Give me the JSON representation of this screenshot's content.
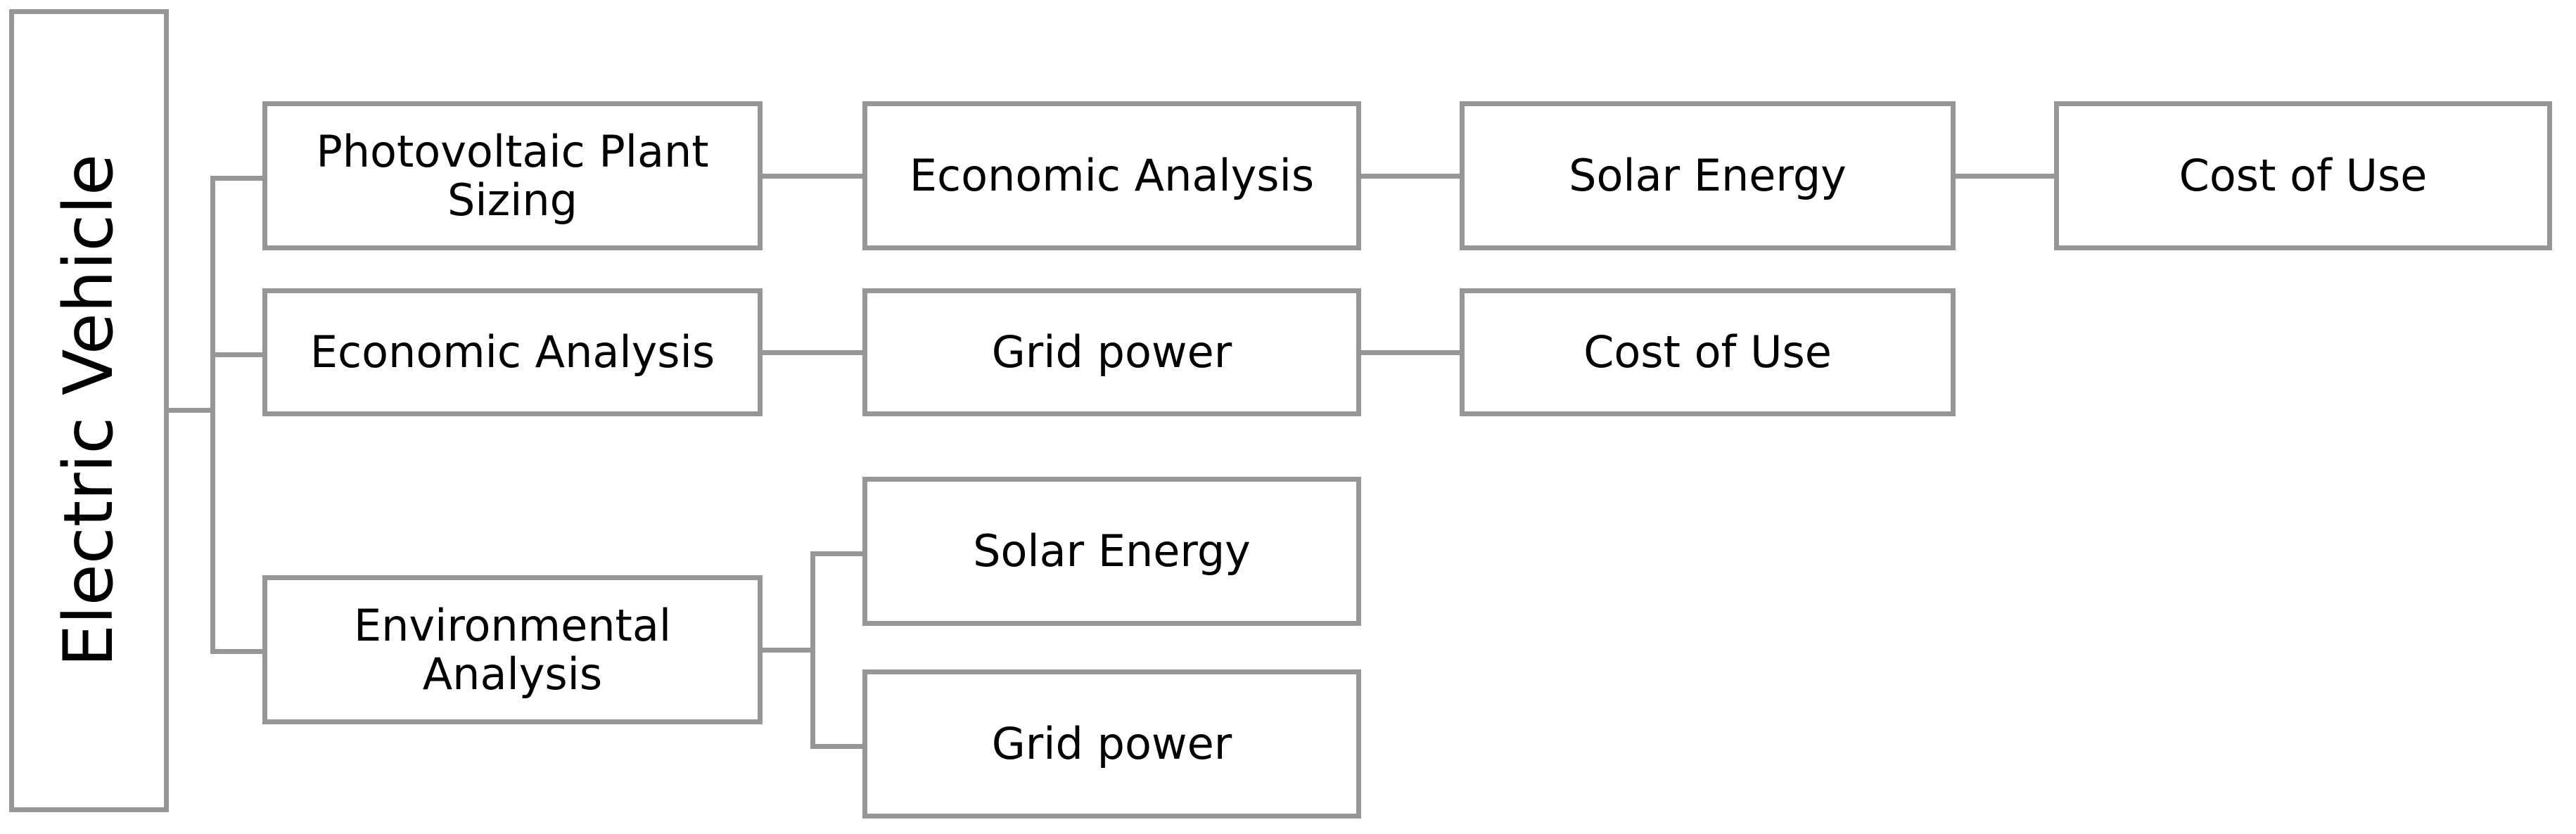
{
  "diagram": {
    "title_node": {
      "label": "Electric Vehicle"
    },
    "border_color": "#969696",
    "text_color": "#000000",
    "background_color": "#ffffff",
    "levels": {
      "level1": [
        {
          "label": "Photovoltaic Plant\nSizing"
        },
        {
          "label": "Economic Analysis"
        },
        {
          "label": "Environmental\nAnalysis"
        }
      ],
      "level2": [
        {
          "label": "Economic Analysis"
        },
        {
          "label": "Grid power"
        },
        {
          "label": "Solar Energy"
        },
        {
          "label": "Grid power"
        }
      ],
      "level3": [
        {
          "label": "Solar Energy"
        },
        {
          "label": "Cost of Use"
        }
      ],
      "level4": [
        {
          "label": "Cost of Use"
        }
      ]
    },
    "branches": {
      "root_children": [
        "Photovoltaic Plant Sizing",
        "Economic Analysis",
        "Environmental Analysis"
      ],
      "environmental_children": [
        "Solar Energy",
        "Grid power"
      ]
    },
    "chains": [
      [
        "Electric Vehicle",
        "Photovoltaic Plant Sizing",
        "Economic Analysis",
        "Solar Energy",
        "Cost of Use"
      ],
      [
        "Electric Vehicle",
        "Economic Analysis",
        "Grid power",
        "Cost of Use"
      ],
      [
        "Electric Vehicle",
        "Environmental Analysis",
        "Solar Energy"
      ],
      [
        "Electric Vehicle",
        "Environmental Analysis",
        "Grid power"
      ]
    ]
  }
}
